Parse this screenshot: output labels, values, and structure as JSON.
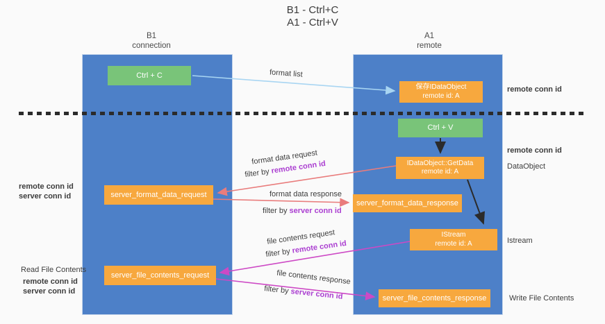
{
  "title": {
    "line1": "B1 - Ctrl+C",
    "line2": "A1 - Ctrl+V"
  },
  "columns": {
    "b1": {
      "name": "B1",
      "subtitle": "connection"
    },
    "a1": {
      "name": "A1",
      "subtitle": "remote"
    }
  },
  "boxes": {
    "ctrl_c": {
      "label": "Ctrl + C"
    },
    "ctrl_v": {
      "label": "Ctrl + V"
    },
    "save_idataobject": {
      "line1": "保存IDataObject",
      "line2": "remote id: A"
    },
    "getdata": {
      "line1": "IDataObject::GetData",
      "line2": "remote id: A"
    },
    "istream": {
      "line1": "IStream",
      "line2": "remote id: A"
    },
    "server_format_data_request": {
      "label": "server_format_data_request"
    },
    "server_format_data_response": {
      "label": "server_format_data_response"
    },
    "server_file_contents_request": {
      "label": "server_file_contents_request"
    },
    "server_file_contents_response": {
      "label": "server_file_contents_response"
    }
  },
  "flow_labels": {
    "format_list": "format list",
    "format_data_request": "format data request",
    "format_data_request_filter": {
      "prefix": "filter by ",
      "highlight": "remote conn id"
    },
    "format_data_response": "format data response",
    "format_data_response_filter": {
      "prefix": "filter by ",
      "highlight": "server conn id"
    },
    "file_contents_request": "file contents request",
    "file_contents_request_filter": {
      "prefix": "filter by ",
      "highlight": "remote conn id"
    },
    "file_contents_response": "file contents response",
    "file_contents_response_filter": {
      "prefix": "filter by ",
      "highlight": "server conn id"
    }
  },
  "side_labels": {
    "left": {
      "remote_conn_id": "remote conn id",
      "server_conn_id": "server conn id",
      "read_file_contents": "Read File Contents",
      "remote_conn_id_2": "remote conn id",
      "server_conn_id_2": "server conn id"
    },
    "right": {
      "remote_conn_id_top": "remote conn id",
      "remote_conn_id_mid": "remote conn id",
      "dataobject": "DataObject",
      "istream": "Istream",
      "write_file_contents": "Write File Contents"
    }
  },
  "colors": {
    "lifeline_blue": "#4d80c8",
    "box_green": "#79c479",
    "box_orange": "#f7a83e",
    "arrow_salmon": "#e97c7c",
    "arrow_magenta": "#cd49c5",
    "arrow_lightblue": "#a8d5f2",
    "arrow_black": "#2b2b2b",
    "text_purple": "#b35fc6",
    "text_green": "#67b667"
  }
}
